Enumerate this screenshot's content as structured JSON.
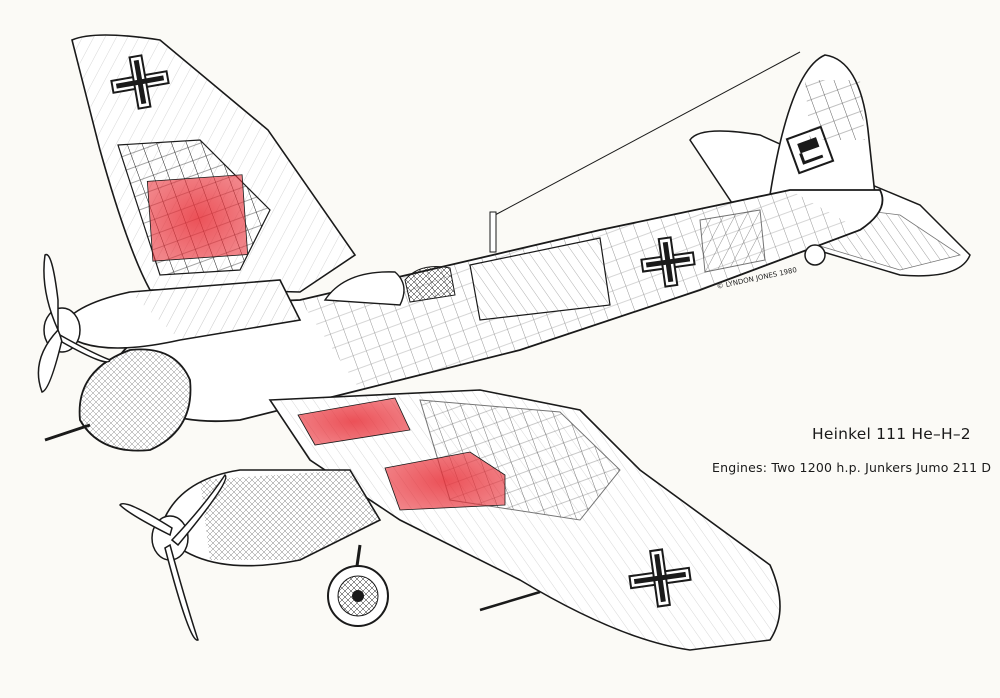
{
  "caption": {
    "title": "Heinkel 111 He–H–2",
    "engines": "Engines: Two 1200 h.p. Junkers Jumo 211 D"
  },
  "credit": "© LYNDON JONES 1980",
  "colors": {
    "paper": "#fbfaf6",
    "ink": "#1a1a1a",
    "fuel_tank_highlight": "#e8323a"
  },
  "illustration": {
    "subject": "cutaway drawing of twin-engine bomber",
    "highlighted_areas": [
      "left-wing-fuel-tank",
      "center-fuel-tank",
      "right-wing-fuel-tank"
    ]
  }
}
